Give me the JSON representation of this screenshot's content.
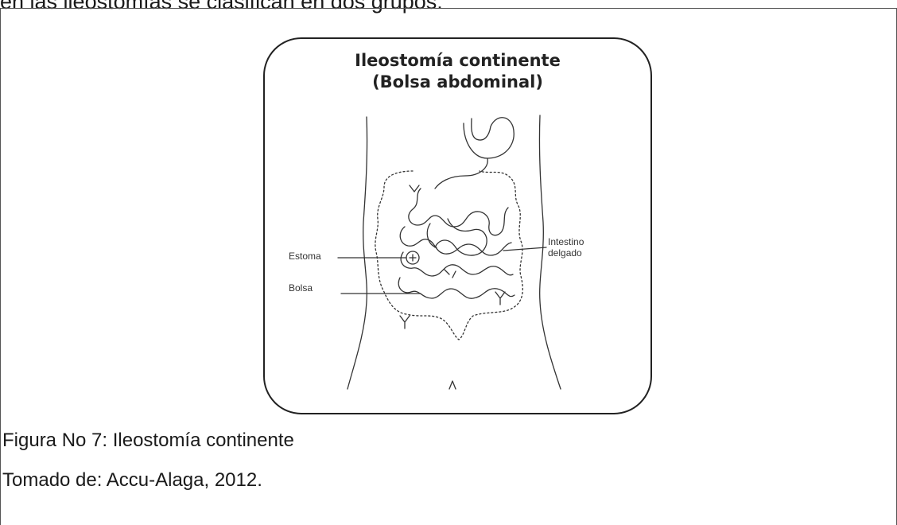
{
  "document": {
    "top_text": "en las ileostomías se clasifican en dos grupos:",
    "figure": {
      "title_line1": "Ileostomía continente",
      "title_line2": "(Bolsa abdominal)",
      "labels": {
        "estoma": "Estoma",
        "bolsa": "Bolsa",
        "intestino_line1": "Intestino",
        "intestino_line2": "delgado"
      }
    },
    "caption": "Figura No 7: Ileostomía continente",
    "source": "Tomado de: Accu-Alaga, 2012."
  }
}
